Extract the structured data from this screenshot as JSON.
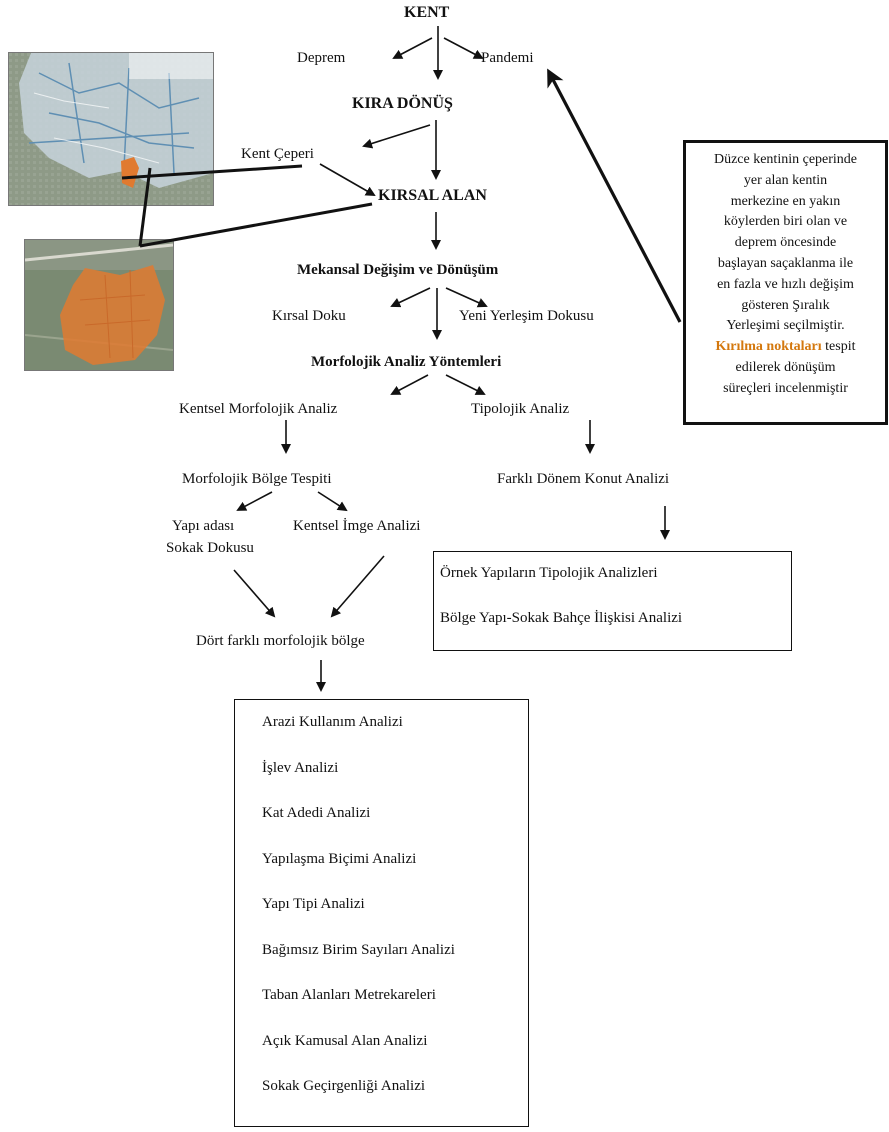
{
  "diagram": {
    "top": {
      "kent": "KENT",
      "deprem": "Deprem",
      "pandemi": "Pandemi",
      "kira_donus": "KIRA DÖNÜŞ",
      "kent_ceperi": "Kent Çeperi",
      "kirsal_alan": "KIRSAL ALAN",
      "mekansal": "Mekansal Değişim ve Dönüşüm",
      "kirsal_doku": "Kırsal Doku",
      "yeni_yerlesim": "Yeni Yerleşim Dokusu",
      "morfolojik_yontem": "Morfolojik Analiz Yöntemleri"
    },
    "left_branch": {
      "kentsel_morfolojik": "Kentsel Morfolojik Analiz",
      "bolge_tespiti": "Morfolojik Bölge Tespiti",
      "yapi_adasi": "Yapı adası",
      "sokak_dokusu": "Sokak Dokusu",
      "imge_analizi": "Kentsel İmge Analizi",
      "dort_bolge": "Dört farklı morfolojik bölge"
    },
    "right_branch": {
      "tipolojik": "Tipolojik Analiz",
      "farkli_donem": "Farklı Dönem Konut Analizi",
      "box_items": [
        "Örnek Yapıların Tipolojik Analizleri",
        "Bölge Yapı-Sokak Bahçe İlişkisi Analizi"
      ]
    },
    "analyses": [
      "Arazi Kullanım Analizi",
      "İşlev Analizi",
      "Kat Adedi Analizi",
      "Yapılaşma Biçimi Analizi",
      "Yapı Tipi Analizi",
      "Bağımsız Birim Sayıları Analizi",
      "Taban Alanları Metrekareleri",
      "Açık Kamusal Alan Analizi",
      "Sokak Geçirgenliği Analizi"
    ],
    "note": {
      "lines": [
        "Düzce kentinin çeperinde",
        "yer alan kentin",
        "merkezine en yakın",
        "köylerden biri olan ve",
        "deprem öncesinde",
        "başlayan saçaklanma ile",
        "en fazla ve hızlı değişim",
        "gösteren Şıralık",
        "Yerleşimi seçilmiştir."
      ],
      "highlight": "Kırılma noktaları",
      "highlight_rest": " tespit",
      "tail_lines": [
        "edilerek dönüşüm",
        "süreçleri incelenmiştir"
      ],
      "highlight_color": "#d4780e"
    },
    "colors": {
      "map_orange": "#e07a30",
      "satellite_base": "#7f8f7a"
    }
  }
}
